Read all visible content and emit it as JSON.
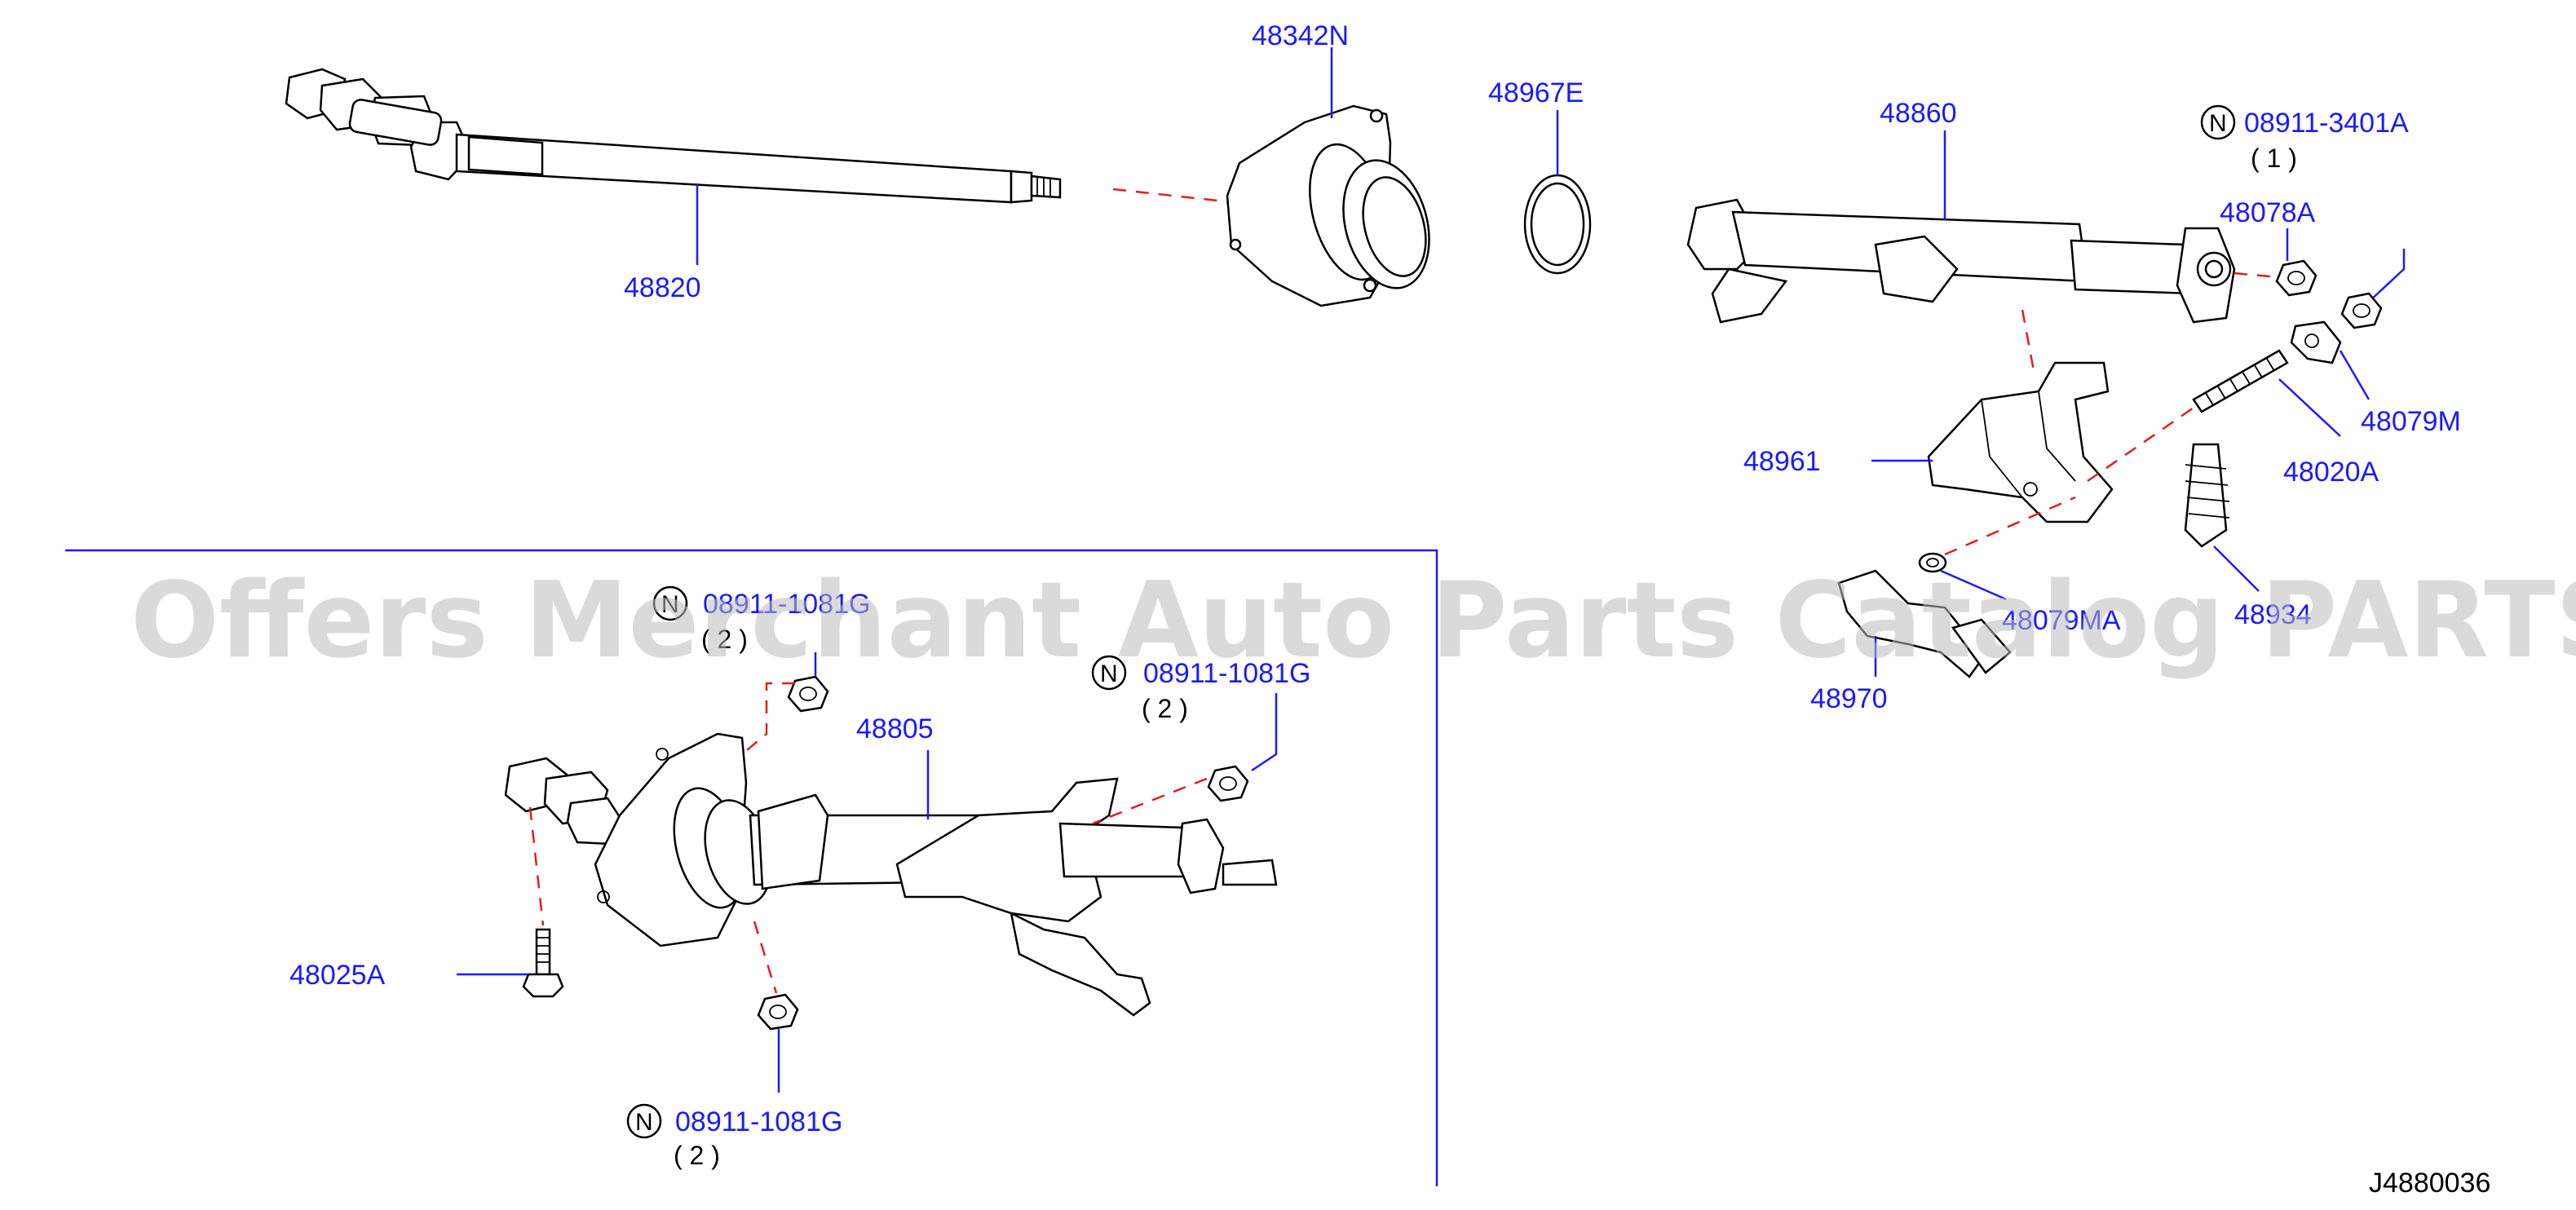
{
  "watermark": "Offers Merchant Auto Parts Catalog PARTSTORE.SA",
  "diagram_code": "J4880036",
  "part_labels": {
    "p48342N": "48342N",
    "p48967E": "48967E",
    "p48860": "48860",
    "p08911_3401A": "08911-3401A",
    "p48820": "48820",
    "p48078A": "48078A",
    "p48079M": "48079M",
    "p48961": "48961",
    "p48020A": "48020A",
    "p48934": "48934",
    "p48079MA": "48079MA",
    "p48970": "48970",
    "p08911_1081G_top": "08911-1081G",
    "p48805": "48805",
    "p08911_1081G_right": "08911-1081G",
    "p48025A": "48025A",
    "p08911_1081G_bottom": "08911-1081G"
  },
  "quantities": {
    "q08911_3401A": "( 1 )",
    "q08911_1081G_top": "( 2 )",
    "q08911_1081G_right": "( 2 )",
    "q08911_1081G_bottom": "( 2 )"
  },
  "n_marker": "N",
  "colors": {
    "label": "#1a1aff",
    "dashed_guide": "#e01e1e",
    "linework": "#000000",
    "watermark": "#bdbdbd"
  }
}
